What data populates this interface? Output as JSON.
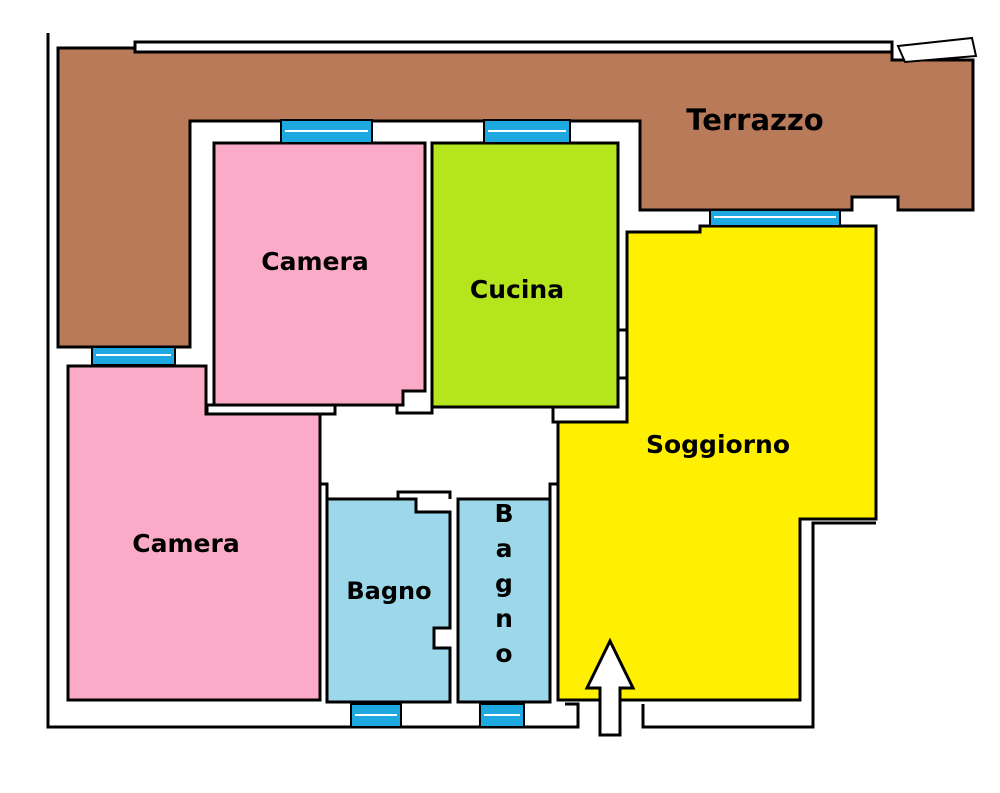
{
  "rooms": {
    "terrace": "Terrazzo",
    "bedroom_top": "Camera",
    "kitchen": "Cucina",
    "living": "Soggiorno",
    "bedroom_left": "Camera",
    "bath_left": "Bagno",
    "bath_right": "Bagno"
  },
  "colors": {
    "terrace": "#b87a58",
    "bedroom": "#fbabc8",
    "kitchen": "#b5e51d",
    "living": "#fef000",
    "bath": "#9dd8ea",
    "window": "#1ea8e0",
    "wall": "#000000",
    "background": "#ffffff"
  }
}
